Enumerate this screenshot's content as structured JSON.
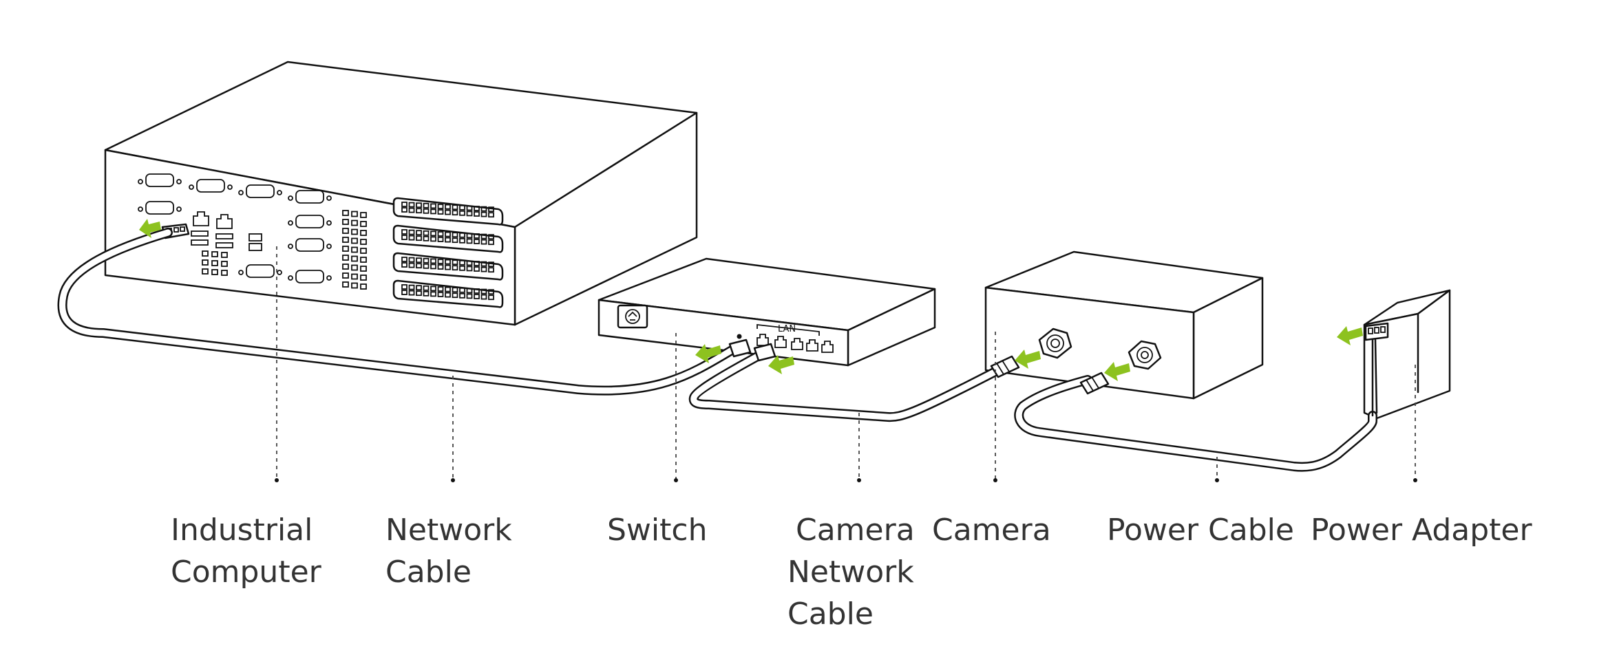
{
  "labels": {
    "industrial_computer": [
      "Industrial",
      "Computer"
    ],
    "network_cable": [
      "Network",
      "Cable"
    ],
    "switch": "Switch",
    "camera_network_cable": [
      "Camera",
      "Network",
      "Cable"
    ],
    "camera": "Camera",
    "power_cable": "Power Cable",
    "power_adapter": "Power Adapter"
  },
  "switch_port_label": "LAN",
  "colors": {
    "arrow": "#8dc21f",
    "line": "#111111",
    "label_text": "#333333",
    "background": "#ffffff"
  },
  "icons": [
    "connection-arrow-icon",
    "power-socket-icon",
    "rj45-port-icon",
    "db9-port-icon",
    "bnc-connector-icon"
  ]
}
